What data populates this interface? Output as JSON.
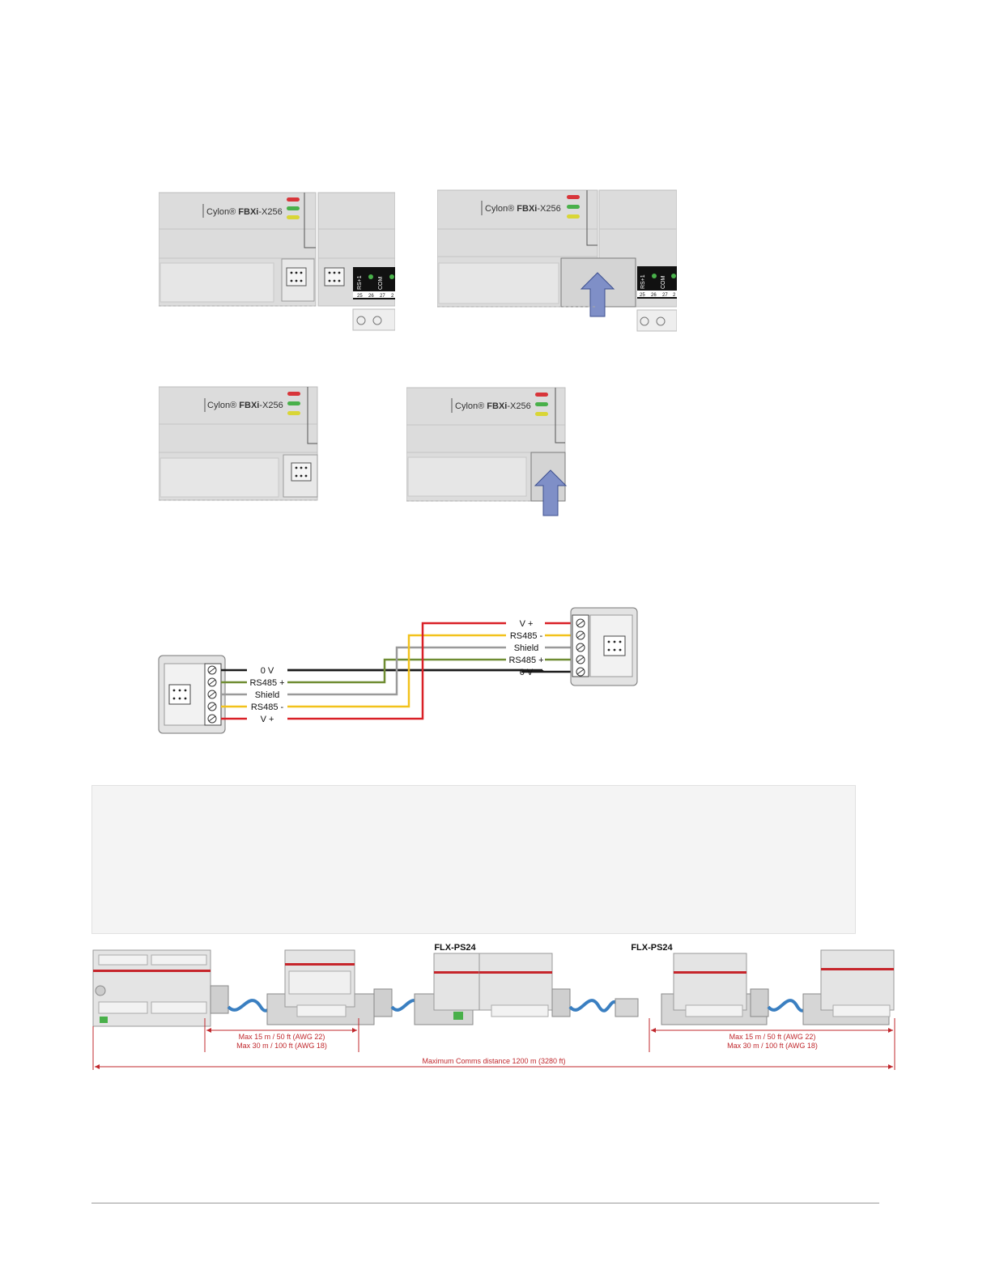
{
  "modules": {
    "brand_name": "Cylon®",
    "model_bold": "FBXi",
    "model_suffix": "-X256",
    "terminal_text": "RS+1",
    "com_text": "COM",
    "terminal_numbers": [
      "25",
      "26",
      "27",
      "2"
    ]
  },
  "wiring": {
    "left_labels": [
      "0 V",
      "RS485 +",
      "Shield",
      "RS485 -",
      "V +"
    ],
    "right_labels": [
      "V +",
      "RS485 -",
      "Shield",
      "RS485 +",
      "0 V"
    ]
  },
  "bus": {
    "ps_label_1": "FLX-PS24",
    "ps_label_2": "FLX-PS24",
    "segment_1_line_1": "Max 15 m / 50 ft (AWG 22)",
    "segment_1_line_2": "Max 30 m / 100 ft (AWG 18)",
    "segment_2_line_1": "Max 15 m / 50 ft (AWG 22)",
    "segment_2_line_2": "Max 30 m / 100 ft (AWG 18)",
    "total_label": "Maximum Comms distance 1200 m (3280 ft)"
  },
  "colors": {
    "housing": "#dcdcdc",
    "led_red": "#d8353a",
    "led_green": "#49b04a",
    "led_yellow": "#d9d636",
    "arrow": "#7f8fc7",
    "wire_black": "#1a1a1a",
    "wire_green": "#6f8c32",
    "wire_gray": "#9a9a9a",
    "wire_yellow": "#f2c21b",
    "wire_red": "#d92027",
    "dimension_red": "#c0282d",
    "cable_blue": "#3a7fc1"
  }
}
